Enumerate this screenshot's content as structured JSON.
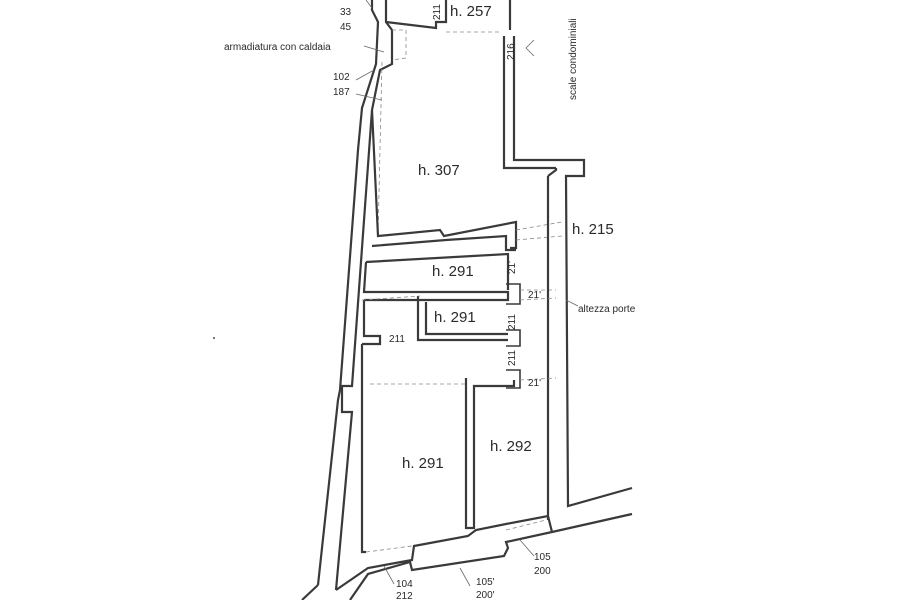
{
  "rooms": {
    "top": "h. 257",
    "main": "h. 307",
    "corridor": "h. 215",
    "room_a": "h. 291",
    "room_b": "h. 291",
    "room_c": "h. 291",
    "room_d": "h. 292"
  },
  "notes": {
    "boiler_closet": "armadiatura con caldaia",
    "stairs": "scale condominiali",
    "door_height": "altezza porte"
  },
  "dimensions": {
    "d33": "33",
    "d45": "45",
    "d102": "102",
    "d187": "187",
    "d211_top": "211",
    "d216": "216",
    "d211_a": "21'",
    "d211_b": "21'",
    "d211_c": "211",
    "d211_d": "211",
    "d211_e": "211",
    "d211_f": "21'",
    "d104": "104",
    "d212": "212",
    "d105s": "105'",
    "d200s": "200'",
    "d105": "105",
    "d200": "200"
  }
}
